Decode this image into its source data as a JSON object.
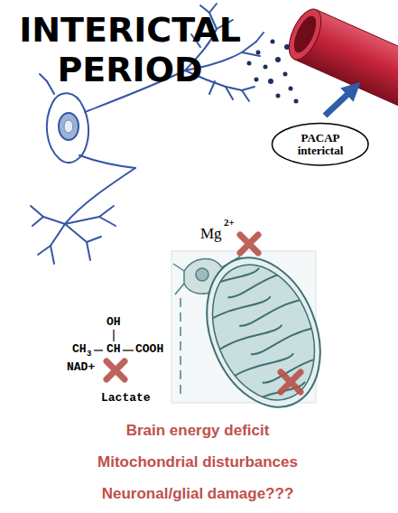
{
  "diagram": {
    "title": "INTERICTAL PERIOD",
    "nodes": [
      {
        "text": [
          "PACAP interictal"
        ]
      }
    ],
    "labels": [
      "Mg",
      "2+",
      "OH",
      "CH",
      "3",
      "CH",
      "COOH",
      "NAD+",
      "Lactate",
      "Brain energy deficit",
      "Mitochondrial disturbances",
      "Neuronal/glial damage???"
    ]
  }
}
